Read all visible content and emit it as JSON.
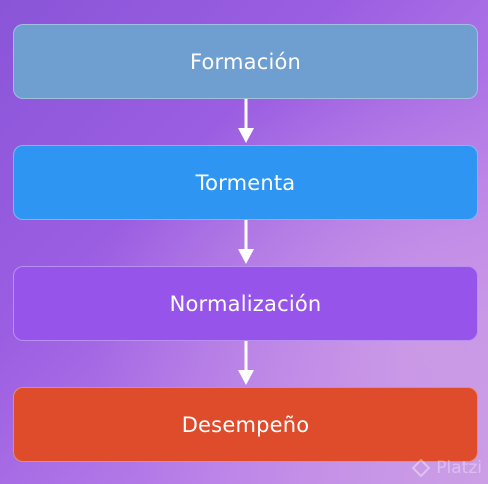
{
  "steps": [
    {
      "label": "Formación",
      "color": "#6f9fd0"
    },
    {
      "label": "Tormenta",
      "color": "#2e96f2"
    },
    {
      "label": "Normalización",
      "color": "#9654ea"
    },
    {
      "label": "Desempeño",
      "color": "#de4c2c"
    }
  ],
  "arrow_color": "#ffffff",
  "watermark": {
    "text": "Platzi",
    "icon": "platzi-logo-icon"
  }
}
